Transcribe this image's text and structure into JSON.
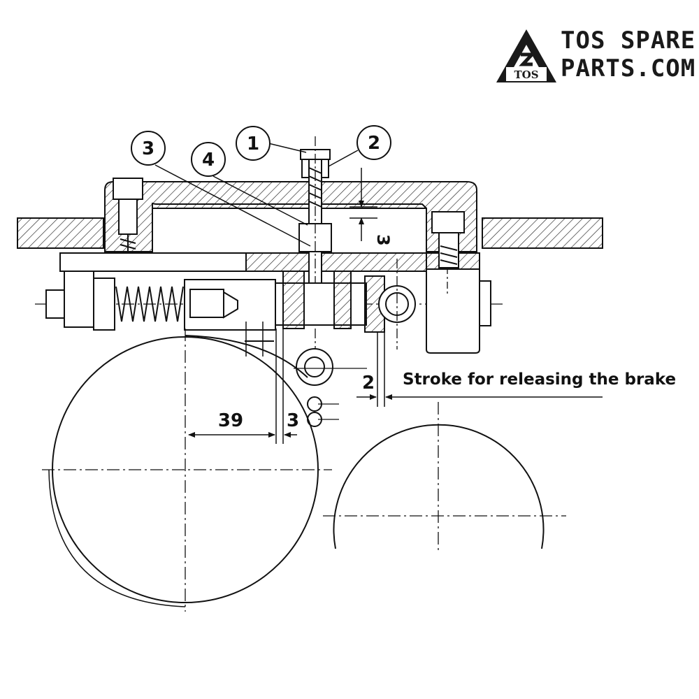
{
  "logo": {
    "mark_text": "TOS",
    "line1": "TOS SPARE",
    "line2": "PARTS.COM"
  },
  "callouts": [
    "1",
    "2",
    "3",
    "4"
  ],
  "dimensions": {
    "d_top": "3",
    "d_39": "39",
    "d_3": "3",
    "d_2": "2"
  },
  "annotation": "Stroke for releasing the brake",
  "colors": {
    "ink": "#111111",
    "paper": "#ffffff"
  }
}
